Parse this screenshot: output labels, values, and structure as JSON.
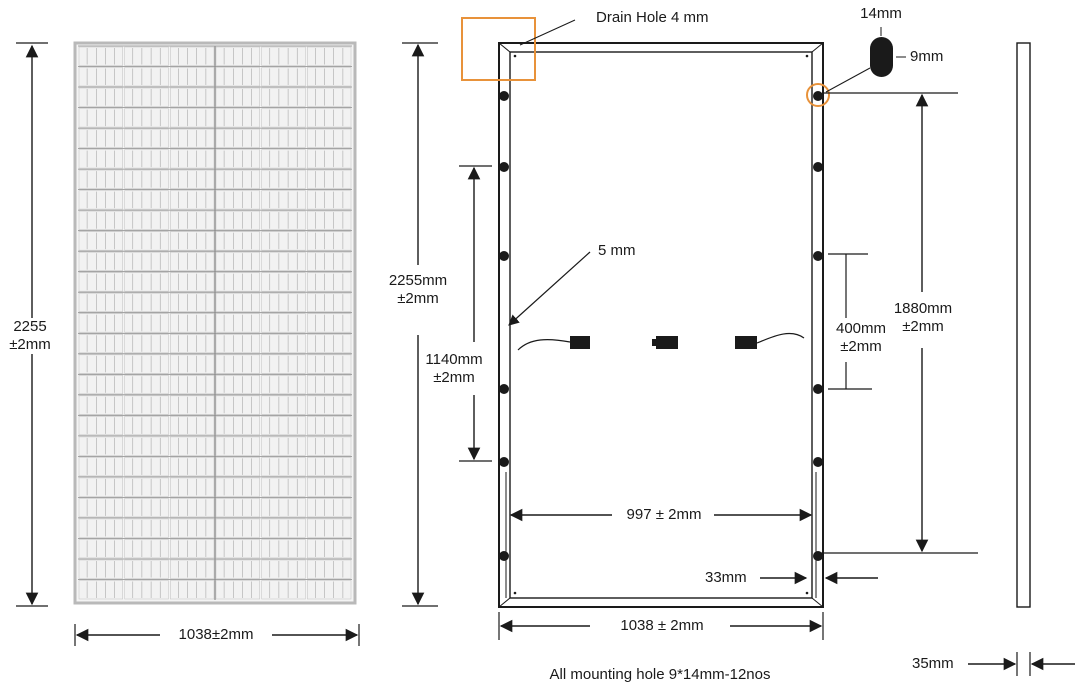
{
  "colors": {
    "line": "#1a1a1a",
    "highlight": "#e8923a",
    "panel_frame": "#b9b9b9",
    "panel_cells": "#f2f2f2",
    "panel_grid": "#9a9a9a",
    "hole_fill": "#1a1a1a",
    "background": "#ffffff"
  },
  "front_view": {
    "height_label": "2255\n±2mm",
    "width_label": "1038±2mm"
  },
  "back_view": {
    "drain_hole_label": "Drain Hole 4 mm",
    "slot_width_label": "14mm",
    "slot_height_label": "9mm",
    "overall_height_label": "2255mm\n±2mm",
    "frame_gap_label": "5 mm",
    "hole_spacing_label": "1140mm\n±2mm",
    "side_hole_spacing_label": "400mm\n±2mm",
    "mounting_span_label": "1880mm\n±2mm",
    "inner_width_label": "997 ± 2mm",
    "frame_width_label": "33mm",
    "overall_width_label": "1038 ± 2mm",
    "mounting_note": "All mounting hole 9*14mm-12nos"
  },
  "side_view": {
    "thickness_label": "35mm"
  }
}
